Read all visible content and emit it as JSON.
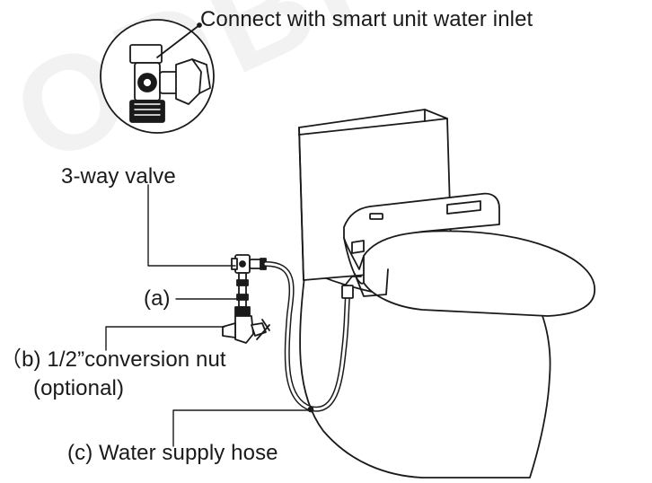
{
  "labels": {
    "inlet": "Connect with smart unit water inlet",
    "valve": "3-way valve",
    "a": "(a)",
    "b_line1": "（b) 1/2”conversion nut",
    "b_line2": "(optional)",
    "c": "(c) Water supply hose"
  },
  "watermark": "ODBF",
  "colors": {
    "line": "#1a1a1a",
    "fill": "#ffffff"
  }
}
